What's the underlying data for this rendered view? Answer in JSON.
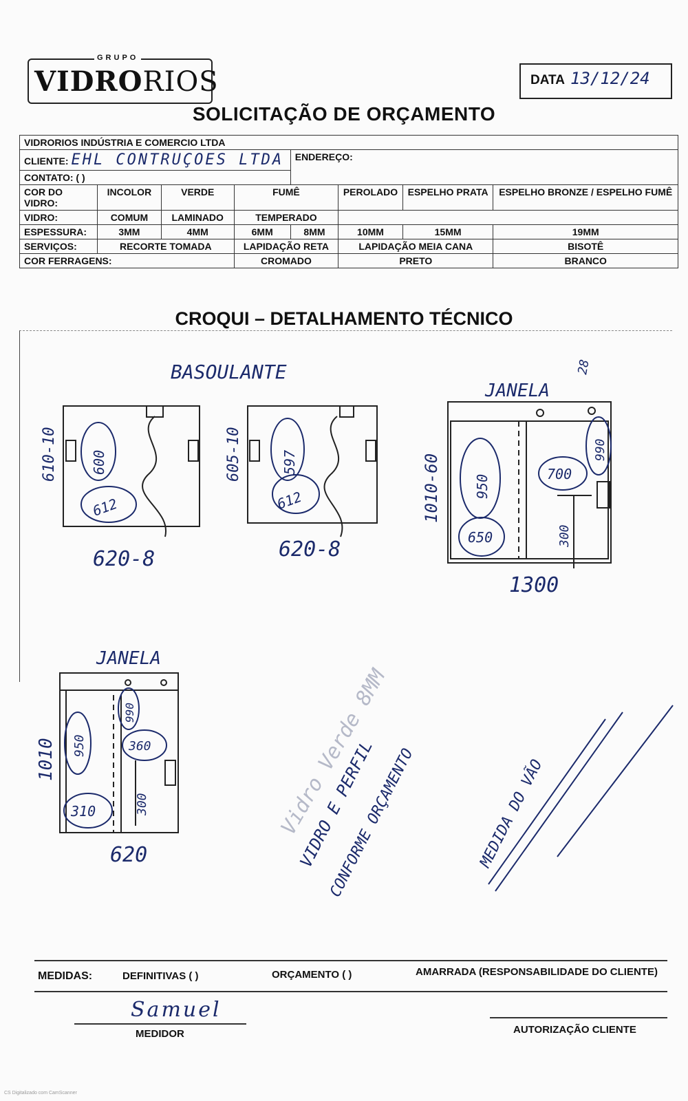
{
  "header": {
    "logo_group": "GRUPO",
    "logo_brand_bold": "VIDRO",
    "logo_brand_light": "RIOS",
    "date_label": "DATA",
    "date_value": "13/12/24",
    "title": "SOLICITAÇÃO DE ORÇAMENTO"
  },
  "form": {
    "company": "VIDRORIOS INDÚSTRIA E COMERCIO LTDA",
    "client_label": "CLIENTE:",
    "client_value": "EHL CONTRUÇOES LTDA",
    "address_label": "ENDEREÇO:",
    "contact_label": "CONTATO: (   )",
    "glass_color_label": "COR DO VIDRO:",
    "glass_colors": [
      "INCOLOR",
      "VERDE",
      "FUMÊ",
      "PEROLADO",
      "ESPELHO PRATA",
      "ESPELHO BRONZE",
      "ESPELHO FUMÊ"
    ],
    "glass_type_label": "VIDRO:",
    "glass_types": [
      "COMUM",
      "LAMINADO",
      "TEMPERADO"
    ],
    "thickness_label": "ESPESSURA:",
    "thicknesses": [
      "3MM",
      "4MM",
      "6MM",
      "8MM",
      "10MM",
      "15MM",
      "19MM"
    ],
    "services_label": "SERVIÇOS:",
    "services": [
      "RECORTE TOMADA",
      "LAPIDAÇÃO RETA",
      "LAPIDAÇÃO MEIA CANA",
      "BISOTÊ"
    ],
    "hardware_label": "COR FERRAGENS:",
    "hardware_colors": [
      "CROMADO",
      "PRETO",
      "BRANCO"
    ]
  },
  "sketch": {
    "title": "CROQUI – DETALHAMENTO TÉCNICO",
    "basculante_label": "BASOULANTE",
    "bas1": {
      "height": "610-10",
      "width": "620-8",
      "pane_a": "600",
      "pane_b": "612"
    },
    "bas2": {
      "height": "605-10",
      "width": "620-8",
      "pane_a": "597",
      "pane_b": "612"
    },
    "janela1": {
      "label": "JANELA",
      "note": "28",
      "height": "1010-60",
      "width": "1300",
      "pane_a": "950",
      "pane_b": "650",
      "pane_c": "700",
      "pane_d": "990",
      "pane_e": "300"
    },
    "janela2": {
      "label": "JANELA",
      "height": "1010",
      "width": "620",
      "pane_a": "950",
      "pane_b": "310",
      "pane_c": "990",
      "pane_d": "360",
      "pane_e": "300"
    },
    "note_faded": "Vidro Verde 8MM",
    "note1": "VIDRO E PERFIL",
    "note2": "CONFORME ORÇAMENTO",
    "note3": "MEDIDA DO VÃO"
  },
  "footer": {
    "medidas_label": "MEDIDAS:",
    "definitivas": "DEFINITIVAS (  )",
    "orcamento": "ORÇAMENTO (  )",
    "amarrada": "AMARRADA (RESPONSABILIDADE DO CLIENTE)",
    "signature": "Samuel",
    "medidor": "MEDIDOR",
    "autorizacao": "AUTORIZAÇÃO CLIENTE",
    "scanner_mark": "CS Digitalizado com CamScanner"
  }
}
